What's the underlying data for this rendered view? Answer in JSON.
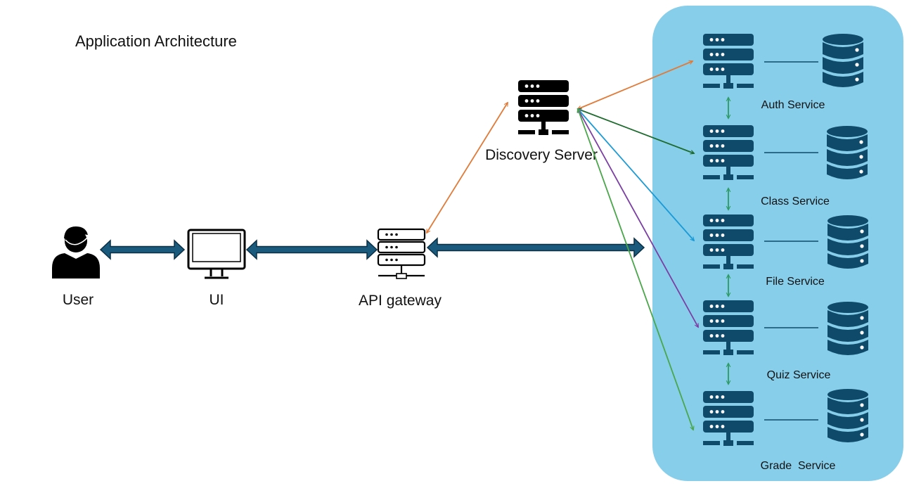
{
  "title": "Application Architecture",
  "nodes": {
    "user": "User",
    "ui": "UI",
    "gateway": "API gateway",
    "discovery": "Discovery Server"
  },
  "services": [
    {
      "label": "Auth Service"
    },
    {
      "label": "Class Service"
    },
    {
      "label": "File Service"
    },
    {
      "label": "Quiz Service"
    },
    {
      "label": "Grade  Service"
    }
  ],
  "colors": {
    "panel": "#87CEEB",
    "icon_dark": "#0f4a6b",
    "flow_arrow": "#1a5a7c",
    "link_auth": "#e07b39",
    "link_class": "#1e6b2e",
    "link_file": "#1a9ad6",
    "link_quiz": "#7b3fa3",
    "link_grade": "#4aa64a",
    "inter_service": "#2e9a63",
    "black": "#000000"
  },
  "icons": {
    "user": "person-icon",
    "ui": "monitor-icon",
    "gateway": "server-rack-icon",
    "discovery": "server-rack-icon",
    "service": "server-rack-icon",
    "database": "database-icon"
  }
}
